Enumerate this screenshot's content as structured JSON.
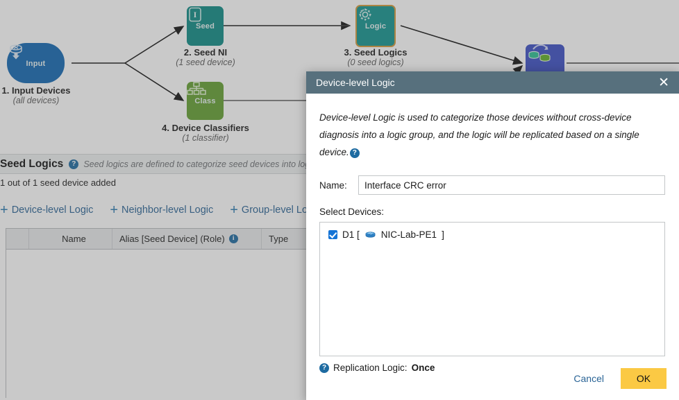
{
  "diagram": {
    "nodes": [
      {
        "id": "input",
        "badge": "Input",
        "label": "1. Input Devices",
        "sublabel": "(all devices)",
        "color": "#1268b3",
        "icon": "input-database-icon"
      },
      {
        "id": "seed",
        "badge": "Seed",
        "label": "2. Seed NI",
        "sublabel": "(1 seed device)",
        "color": "#0e8b85",
        "icon": "seed-letter-icon"
      },
      {
        "id": "logic",
        "badge": "Logic",
        "label": "3. Seed Logics",
        "sublabel": "(0 seed logics)",
        "color": "#139490",
        "icon": "gear-icon"
      },
      {
        "id": "class",
        "badge": "Class",
        "label": "4. Device Classifiers",
        "sublabel": "(1 classifier)",
        "color": "#64a031",
        "icon": "hierarchy-icon"
      },
      {
        "id": "match",
        "badge": "",
        "label": "",
        "sublabel": "",
        "color": "#3b4fc4",
        "icon": "match-databases-icon"
      }
    ]
  },
  "section": {
    "title": "Seed Logics",
    "help_icon": "?",
    "hint": "Seed logics are defined to categorize seed devices into logic group",
    "count_text": "1 out of 1 seed device added",
    "add_buttons": [
      {
        "label": "Device-level Logic"
      },
      {
        "label": "Neighbor-level Logic"
      },
      {
        "label": "Group-level Logic"
      }
    ],
    "table": {
      "columns": [
        "",
        "Name",
        "Alias [Seed Device] (Role)",
        "Type",
        ""
      ],
      "rows": []
    }
  },
  "modal": {
    "title": "Device-level Logic",
    "close_icon": "✕",
    "description": "Device-level Logic is used to categorize those devices without cross-device diagnosis into a logic group, and the logic will be replicated based on a single device.",
    "description_help": "?",
    "name_label": "Name:",
    "name_value": "Interface CRC error",
    "name_placeholder": "",
    "select_devices_label": "Select Devices:",
    "devices": [
      {
        "label_prefix": "D1 [",
        "device": "NIC-Lab-PE1",
        "label_suffix": "]",
        "checked": true
      }
    ],
    "replication_help": "?",
    "replication_label": "Replication Logic:",
    "replication_value": "Once",
    "cancel_label": "Cancel",
    "ok_label": "OK"
  },
  "colors": {
    "title_bar": "#57707d",
    "ok_button": "#fbc944",
    "link": "#2a6496",
    "checkbox": "#1574d6"
  }
}
